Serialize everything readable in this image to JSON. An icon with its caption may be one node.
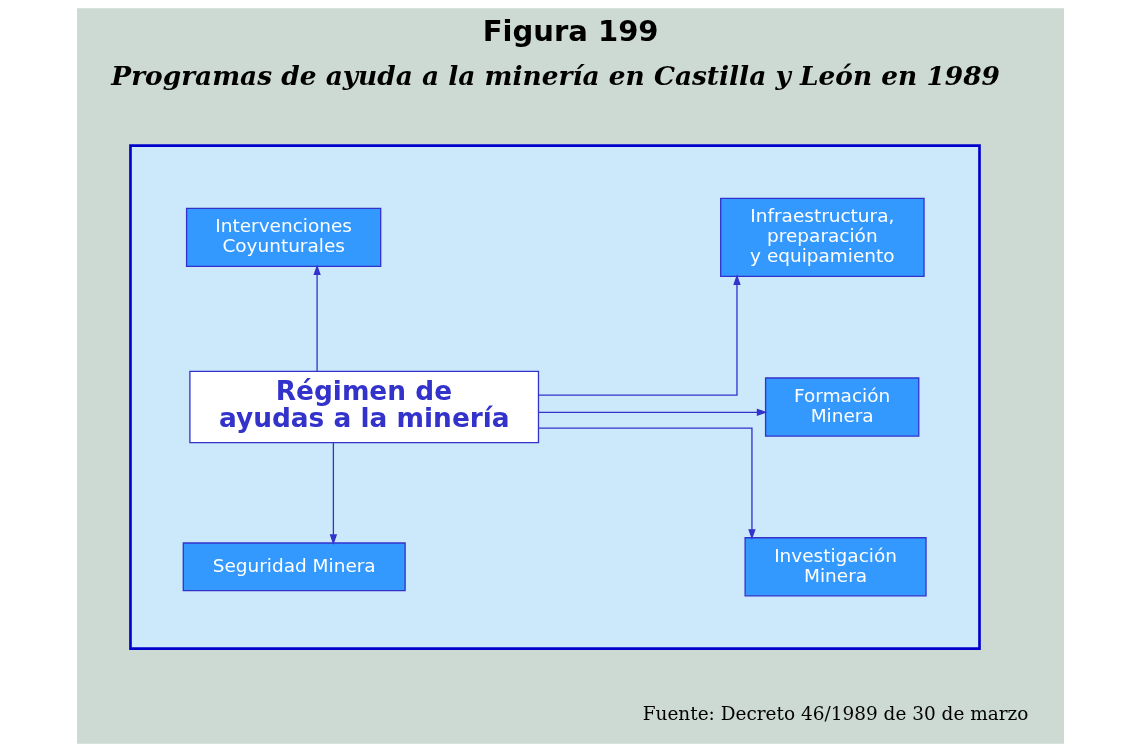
{
  "diagram": {
    "title": "Figura 199",
    "caption": "Fuente: Decreto 46/1989 de 30 de marzo",
    "nodes": [
      {
        "text": [],
        "shape": "box"
      },
      {
        "text": [
          "Intervenciones Coyunturales"
        ],
        "in": 0
      },
      {
        "text": [
          "Infraestructura, preparación y equipamiento"
        ],
        "in": 0
      },
      {
        "text": [
          "Régimen de ayudas a la minería"
        ],
        "in": 0
      },
      {
        "text": [
          "Formación Minera"
        ],
        "in": 0
      },
      {
        "text": [
          "Seguridad Minera"
        ],
        "in": 0
      },
      {
        "text": [
          "Investigación Minera"
        ],
        "in": 0
      }
    ],
    "edges": [
      {
        "from": 3,
        "to": 1,
        "arrow": "to"
      },
      {
        "from": 3,
        "to": 2,
        "arrow": "to"
      },
      {
        "from": 3,
        "to": 4,
        "arrow": "to"
      },
      {
        "from": 3,
        "to": 5,
        "arrow": "to"
      },
      {
        "from": 3,
        "to": 6,
        "arrow": "to"
      }
    ],
    "labels": [
      "Programas de ayuda a la minería en Castilla y León en 1989"
    ]
  }
}
